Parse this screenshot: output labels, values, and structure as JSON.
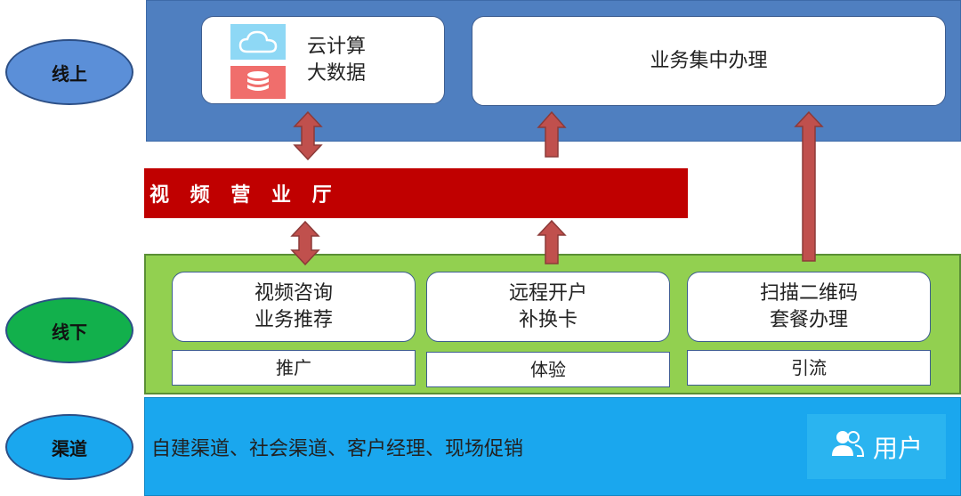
{
  "rows": {
    "online": "线上",
    "offline": "线下",
    "channel": "渠道"
  },
  "online_band": {
    "cloud_line1": "云计算",
    "cloud_line2": "大数据",
    "central": "业务集中办理"
  },
  "video_hall": "视 频 营 业 厅",
  "offline_band": {
    "boxes": [
      {
        "line1": "视频咨询",
        "line2": "业务推荐",
        "tag": "推广"
      },
      {
        "line1": "远程开户",
        "line2": "补换卡",
        "tag": "体验"
      },
      {
        "line1": "扫描二维码",
        "line2": "套餐办理",
        "tag": "引流"
      }
    ]
  },
  "channel_band": {
    "text": "自建渠道、社会渠道、客户经理、现场促销",
    "user": "用户"
  },
  "icons": {
    "cloud": "cloud-icon",
    "database": "database-icon",
    "user": "user-icon"
  },
  "colors": {
    "online_band": "#4f7fc0",
    "video_band": "#c00000",
    "offline_band": "#92d050",
    "channel_band": "#1aa7ee",
    "arrow": "#c0504d"
  }
}
